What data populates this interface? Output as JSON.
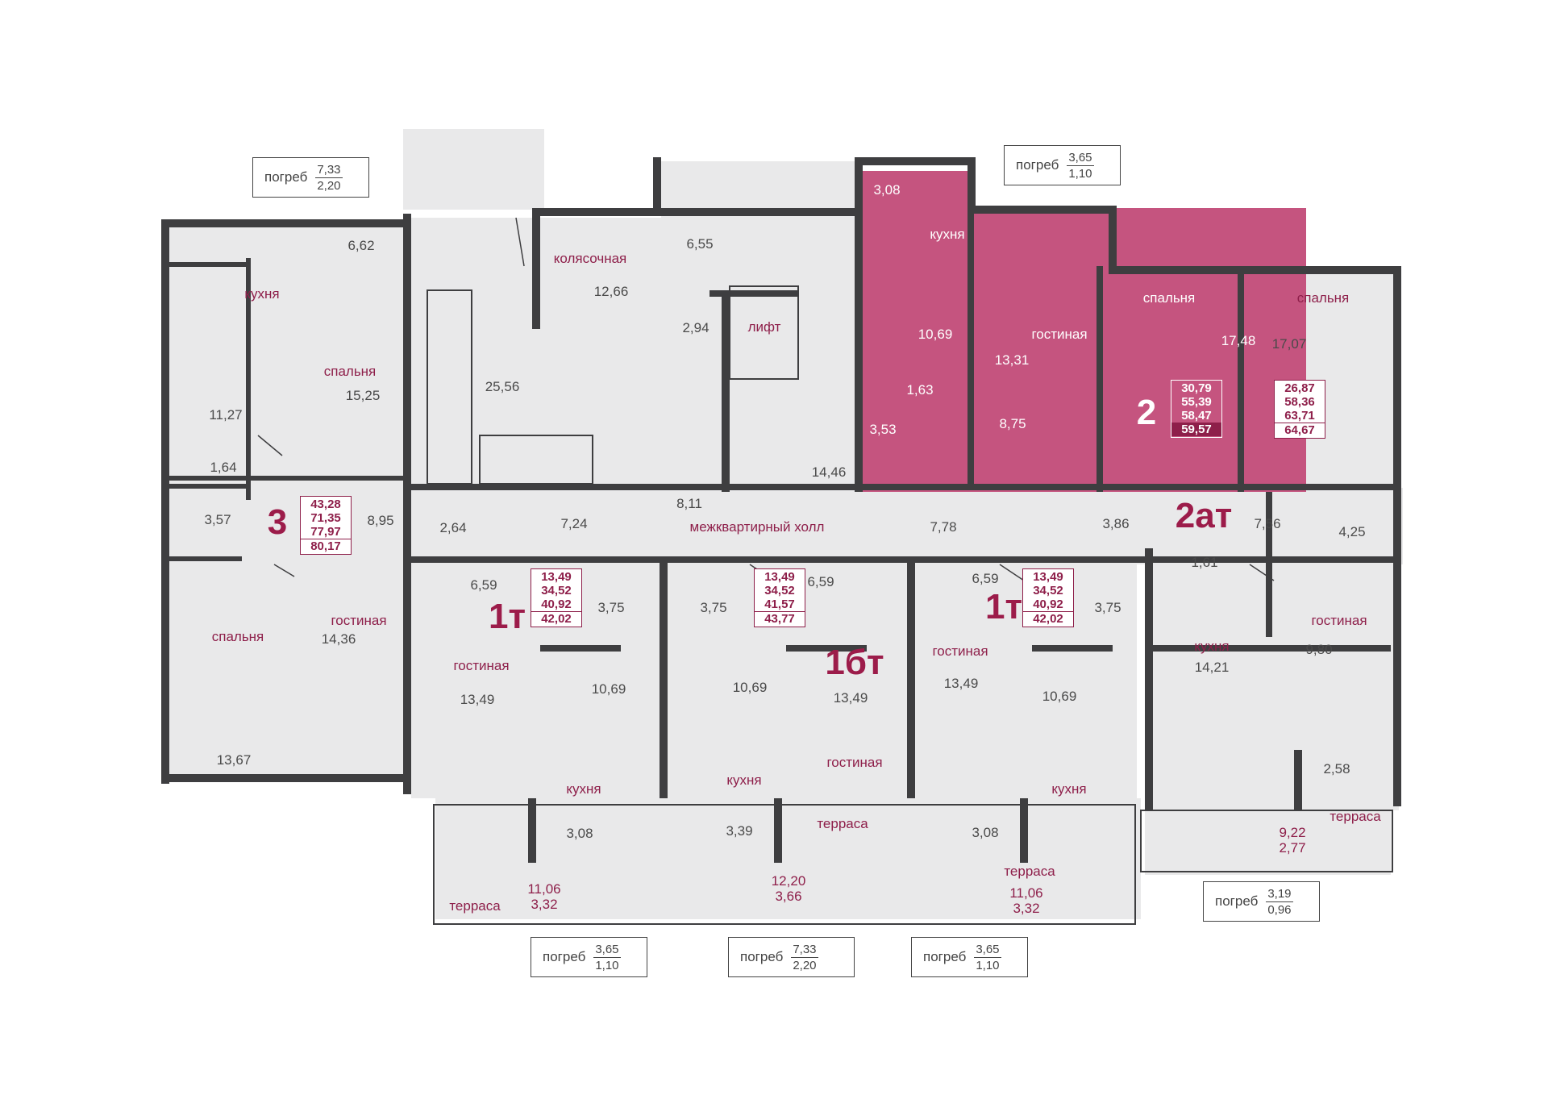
{
  "colors": {
    "wall": "#3e3e40",
    "floor": "#e9e9ea",
    "highlight": "#c5547f",
    "accent": "#9c1c4a",
    "text": "#4a4a4a"
  },
  "rooms": [
    {
      "id": "r1",
      "label": "кухня",
      "area": "11,27"
    },
    {
      "id": "r2",
      "label": "спальня",
      "area": "15,25"
    },
    {
      "id": "r3",
      "label": "",
      "area": "6,62"
    },
    {
      "id": "r4",
      "label": "",
      "area": "1,64"
    },
    {
      "id": "r5",
      "label": "",
      "area": "3,57"
    },
    {
      "id": "r6",
      "label": "",
      "area": "8,95"
    },
    {
      "id": "r7",
      "label": "спальня",
      "area": "13,67"
    },
    {
      "id": "r8",
      "label": "гостиная",
      "area": "14,36"
    },
    {
      "id": "r9",
      "label": "колясочная",
      "area": "12,66"
    },
    {
      "id": "r10",
      "label": "",
      "area": "25,56"
    },
    {
      "id": "r11",
      "label": "",
      "area": "6,55"
    },
    {
      "id": "r12",
      "label": "",
      "area": "2,94"
    },
    {
      "id": "r13",
      "label": "лифт",
      "area": ""
    },
    {
      "id": "r14",
      "label": "",
      "area": "14,46"
    },
    {
      "id": "r15",
      "label": "",
      "area": "8,11"
    },
    {
      "id": "r16",
      "label": "",
      "area": "2,64"
    },
    {
      "id": "r17",
      "label": "",
      "area": "7,24"
    },
    {
      "id": "r18",
      "label": "межквартирный холл",
      "area": ""
    },
    {
      "id": "r19",
      "label": "",
      "area": "7,78"
    },
    {
      "id": "r20",
      "label": "",
      "area": "3,86"
    },
    {
      "id": "r21",
      "label": "",
      "area": "7,56"
    },
    {
      "id": "r22",
      "label": "",
      "area": "4,25"
    },
    {
      "id": "r23",
      "label": "спальня",
      "area": "17,07"
    },
    {
      "id": "r24",
      "label": "",
      "area": "1,61"
    },
    {
      "id": "r25",
      "label": "кухня",
      "area": "14,21"
    },
    {
      "id": "r26",
      "label": "гостиная",
      "area": "9,80"
    },
    {
      "id": "r27",
      "label": "",
      "area": "2,58"
    }
  ],
  "highlighted_unit": {
    "rooms": [
      {
        "label": "",
        "area": "3,08"
      },
      {
        "label": "кухня",
        "area": "10,69"
      },
      {
        "label": "гостиная",
        "area": "13,31"
      },
      {
        "label": "спальня",
        "area": "17,48"
      },
      {
        "label": "",
        "area": "1,63"
      },
      {
        "label": "",
        "area": "3,53"
      },
      {
        "label": "",
        "area": "8,75"
      }
    ],
    "code": "2",
    "areas": [
      "30,79",
      "55,39",
      "58,47",
      "59,57"
    ]
  },
  "units": [
    {
      "code": "3",
      "areas": [
        "43,28",
        "71,35",
        "77,97",
        "80,17"
      ]
    },
    {
      "code": "1т",
      "areas": [
        "13,49",
        "34,52",
        "40,92",
        "42,02"
      ]
    },
    {
      "code": "1бт",
      "areas": [
        "13,49",
        "34,52",
        "41,57",
        "43,77"
      ]
    },
    {
      "code": "1т",
      "areas": [
        "13,49",
        "34,52",
        "40,92",
        "42,02"
      ]
    },
    {
      "code": "2ат",
      "areas": [
        "26,87",
        "58,36",
        "63,71",
        "64,67"
      ]
    }
  ],
  "lower_units": [
    {
      "hall": "6,59",
      "bath": "3,75",
      "living_label": "гостиная",
      "living": "13,49",
      "kitchen_label": "кухня",
      "kitchen": "10,69",
      "store": "3,08",
      "terrace_label": "терраса",
      "terrace": [
        "11,06",
        "3,32"
      ]
    },
    {
      "hall": "6,59",
      "bath": "3,75",
      "living_label": "гостиная",
      "living": "13,49",
      "kitchen_label": "кухня",
      "kitchen": "10,69",
      "store": "3,39",
      "terrace_label": "терраса",
      "terrace": [
        "12,20",
        "3,66"
      ]
    },
    {
      "hall": "6,59",
      "bath": "3,75",
      "living_label": "гостиная",
      "living": "13,49",
      "kitchen_label": "кухня",
      "kitchen": "10,69",
      "store": "3,08",
      "terrace_label": "терраса",
      "terrace": [
        "11,06",
        "3,32"
      ]
    }
  ],
  "terrace_right": {
    "label": "терраса",
    "areas": [
      "9,22",
      "2,77"
    ]
  },
  "cellars": [
    {
      "label": "погреб",
      "top": "7,33",
      "bottom": "2,20"
    },
    {
      "label": "погреб",
      "top": "3,65",
      "bottom": "1,10"
    },
    {
      "label": "погреб",
      "top": "3,19",
      "bottom": "0,96"
    },
    {
      "label": "погреб",
      "top": "3,65",
      "bottom": "1,10"
    },
    {
      "label": "погреб",
      "top": "7,33",
      "bottom": "2,20"
    },
    {
      "label": "погреб",
      "top": "3,65",
      "bottom": "1,10"
    }
  ]
}
